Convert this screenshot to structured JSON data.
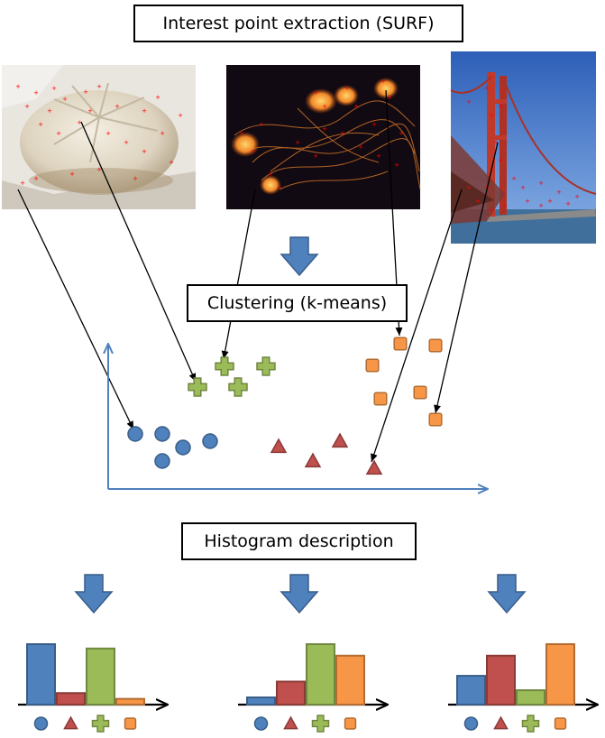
{
  "titles": {
    "extraction": "Interest point extraction (SURF)",
    "clustering": "Clustering (k-means)",
    "histogram": "Histogram description"
  },
  "photos": [
    {
      "name": "steamed-bun-photo",
      "scene": "steamed bun on paper"
    },
    {
      "name": "jellyfish-photo",
      "scene": "glowing jellyfish on dark water"
    },
    {
      "name": "bridge-photo",
      "scene": "red suspension bridge against blue sky"
    }
  ],
  "colors": {
    "blue": "#4f81bd",
    "red": "#c0504d",
    "green": "#9bbb59",
    "orange": "#f79646",
    "flow_arrow": "#4f81bd",
    "axis": "#4f81bd",
    "keypoint": "#ff0000"
  },
  "clusters": [
    {
      "shape": "circle",
      "color": "blue"
    },
    {
      "shape": "triangle",
      "color": "red"
    },
    {
      "shape": "plus",
      "color": "green"
    },
    {
      "shape": "square",
      "color": "orange"
    }
  ],
  "histograms": [
    {
      "image": "steamed-bun-photo",
      "values": [
        4.2,
        0.8,
        3.9,
        0.4
      ]
    },
    {
      "image": "jellyfish-photo",
      "values": [
        0.5,
        1.6,
        4.2,
        3.4
      ]
    },
    {
      "image": "bridge-photo",
      "values": [
        2.0,
        3.4,
        1.0,
        4.2
      ]
    }
  ]
}
